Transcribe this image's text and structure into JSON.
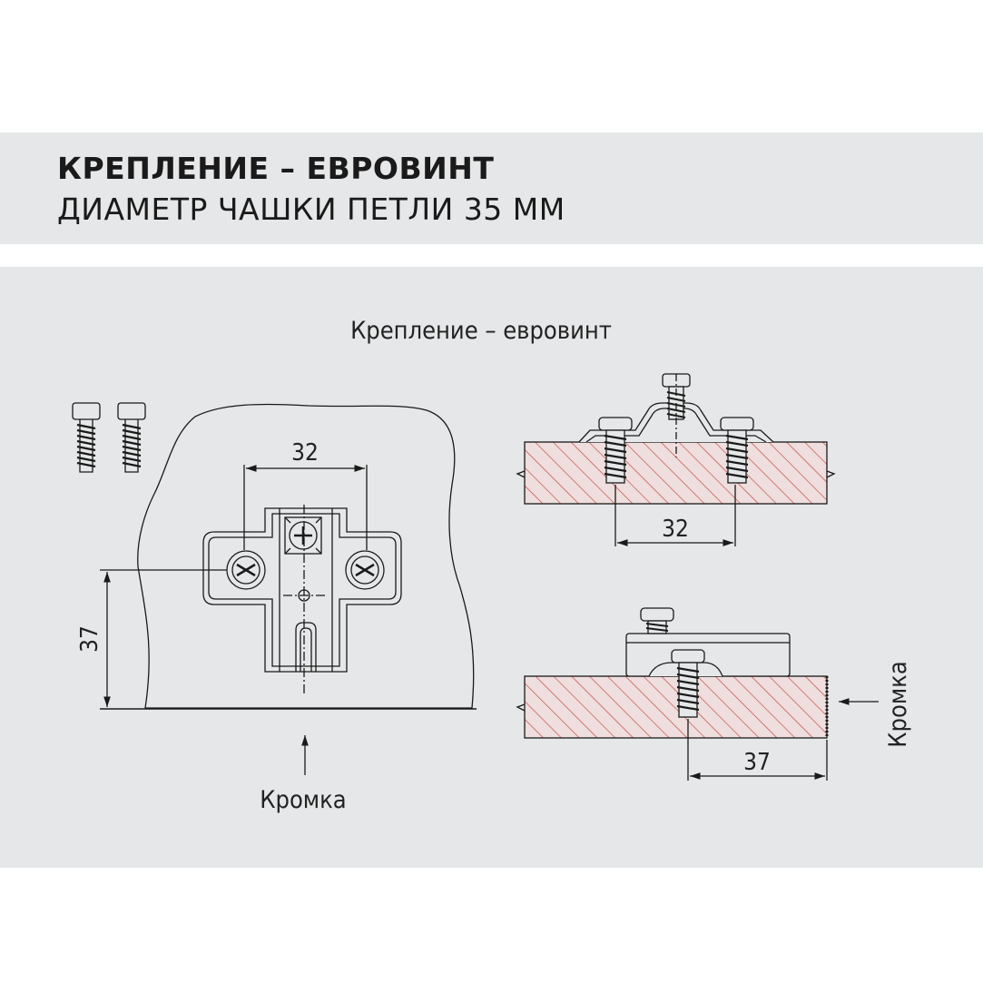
{
  "header": {
    "title": "КРЕПЛЕНИЕ – ЕВРОВИНТ",
    "subtitle": "ДИАМЕТР ЧАШКИ ПЕТЛИ 35 ММ"
  },
  "diagram": {
    "caption": "Крепление – евровинт",
    "front_view": {
      "spacing_label": "32",
      "edge_distance_label": "37",
      "edge_label": "Кромка"
    },
    "side_view_top": {
      "spacing_label": "32"
    },
    "side_view_bottom": {
      "edge_distance_label": "37",
      "edge_label": "Кромка"
    }
  },
  "colors": {
    "band": "#e6e7e8",
    "hatch": "#c0392b",
    "line": "#1a1a1a"
  }
}
